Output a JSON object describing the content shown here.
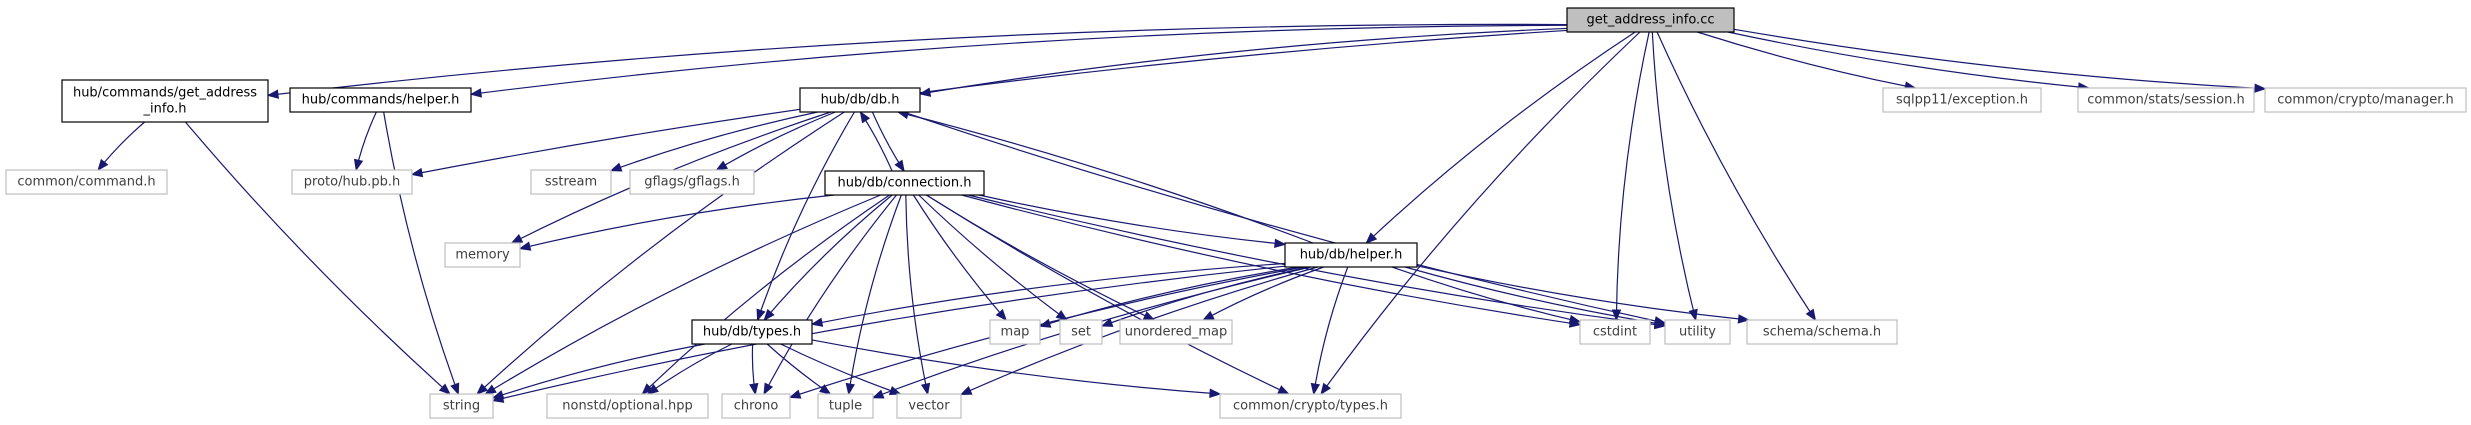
{
  "graph": {
    "title": "get_address_info.cc",
    "nodes": [
      {
        "id": "root",
        "label": "get_address_info.cc",
        "style": "root"
      },
      {
        "id": "get_addr_h",
        "label": "hub/commands/get_address\n_info.h",
        "style": "project"
      },
      {
        "id": "helper_cmd",
        "label": "hub/commands/helper.h",
        "style": "project"
      },
      {
        "id": "db_h",
        "label": "hub/db/db.h",
        "style": "project"
      },
      {
        "id": "sqlpp",
        "label": "sqlpp11/exception.h",
        "style": "external"
      },
      {
        "id": "session",
        "label": "common/stats/session.h",
        "style": "external"
      },
      {
        "id": "manager",
        "label": "common/crypto/manager.h",
        "style": "external"
      },
      {
        "id": "command",
        "label": "common/command.h",
        "style": "external"
      },
      {
        "id": "hubpb",
        "label": "proto/hub.pb.h",
        "style": "external"
      },
      {
        "id": "sstream",
        "label": "sstream",
        "style": "external"
      },
      {
        "id": "gflags",
        "label": "gflags/gflags.h",
        "style": "external"
      },
      {
        "id": "connection",
        "label": "hub/db/connection.h",
        "style": "project"
      },
      {
        "id": "memory",
        "label": "memory",
        "style": "external"
      },
      {
        "id": "db_helper",
        "label": "hub/db/helper.h",
        "style": "project"
      },
      {
        "id": "db_types",
        "label": "hub/db/types.h",
        "style": "project"
      },
      {
        "id": "map",
        "label": "map",
        "style": "external"
      },
      {
        "id": "set",
        "label": "set",
        "style": "external"
      },
      {
        "id": "umap",
        "label": "unordered_map",
        "style": "external"
      },
      {
        "id": "cstdint",
        "label": "cstdint",
        "style": "external"
      },
      {
        "id": "utility",
        "label": "utility",
        "style": "external"
      },
      {
        "id": "schema",
        "label": "schema/schema.h",
        "style": "external"
      },
      {
        "id": "string",
        "label": "string",
        "style": "external"
      },
      {
        "id": "optional",
        "label": "nonstd/optional.hpp",
        "style": "external"
      },
      {
        "id": "chrono",
        "label": "chrono",
        "style": "external"
      },
      {
        "id": "tuple",
        "label": "tuple",
        "style": "external"
      },
      {
        "id": "vector",
        "label": "vector",
        "style": "external"
      },
      {
        "id": "crypto_types",
        "label": "common/crypto/types.h",
        "style": "external"
      }
    ],
    "edges": [
      [
        "root",
        "get_addr_h"
      ],
      [
        "root",
        "helper_cmd"
      ],
      [
        "root",
        "db_h"
      ],
      [
        "root",
        "sqlpp"
      ],
      [
        "root",
        "session"
      ],
      [
        "root",
        "manager"
      ],
      [
        "root",
        "hubpb"
      ],
      [
        "root",
        "db_helper"
      ],
      [
        "root",
        "cstdint"
      ],
      [
        "root",
        "utility"
      ],
      [
        "root",
        "schema"
      ],
      [
        "root",
        "crypto_types"
      ],
      [
        "get_addr_h",
        "command"
      ],
      [
        "get_addr_h",
        "string"
      ],
      [
        "helper_cmd",
        "hubpb"
      ],
      [
        "helper_cmd",
        "string"
      ],
      [
        "db_h",
        "sstream"
      ],
      [
        "db_h",
        "gflags"
      ],
      [
        "db_h",
        "connection"
      ],
      [
        "db_h",
        "memory"
      ],
      [
        "db_h",
        "db_types"
      ],
      [
        "db_h",
        "string"
      ],
      [
        "db_h",
        "utility"
      ],
      [
        "connection",
        "db_h"
      ],
      [
        "connection",
        "memory"
      ],
      [
        "connection",
        "db_helper"
      ],
      [
        "connection",
        "db_types"
      ],
      [
        "connection",
        "map"
      ],
      [
        "connection",
        "set"
      ],
      [
        "connection",
        "umap"
      ],
      [
        "connection",
        "cstdint"
      ],
      [
        "connection",
        "utility"
      ],
      [
        "connection",
        "string"
      ],
      [
        "connection",
        "optional"
      ],
      [
        "connection",
        "chrono"
      ],
      [
        "connection",
        "tuple"
      ],
      [
        "connection",
        "vector"
      ],
      [
        "connection",
        "crypto_types"
      ],
      [
        "db_helper",
        "db_h"
      ],
      [
        "db_helper",
        "db_types"
      ],
      [
        "db_helper",
        "map"
      ],
      [
        "db_helper",
        "set"
      ],
      [
        "db_helper",
        "umap"
      ],
      [
        "db_helper",
        "cstdint"
      ],
      [
        "db_helper",
        "utility"
      ],
      [
        "db_helper",
        "schema"
      ],
      [
        "db_helper",
        "string"
      ],
      [
        "db_helper",
        "chrono"
      ],
      [
        "db_helper",
        "tuple"
      ],
      [
        "db_helper",
        "vector"
      ],
      [
        "db_helper",
        "crypto_types"
      ],
      [
        "db_types",
        "string"
      ],
      [
        "db_types",
        "optional"
      ],
      [
        "db_types",
        "chrono"
      ],
      [
        "db_types",
        "tuple"
      ],
      [
        "db_types",
        "vector"
      ],
      [
        "db_types",
        "crypto_types"
      ]
    ],
    "colors": {
      "edge": "#191970",
      "project_border": "#000000",
      "external_border": "#bfbfbf",
      "root_fill": "#bfbfbf",
      "external_text": "#404040",
      "project_text": "#000000"
    }
  }
}
